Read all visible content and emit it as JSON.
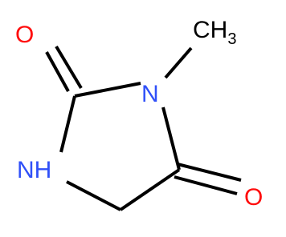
{
  "molecule": {
    "atoms": {
      "o_left": {
        "text": "O",
        "color": "#ff0d0d"
      },
      "n_top": {
        "text": "N",
        "color": "#3050f8"
      },
      "nh": {
        "text": "NH",
        "color": "#3050f8"
      },
      "o_right": {
        "text": "O",
        "color": "#ff0d0d"
      },
      "methyl": {
        "text": "CH",
        "subscript": "3",
        "color": "#000000"
      }
    }
  }
}
